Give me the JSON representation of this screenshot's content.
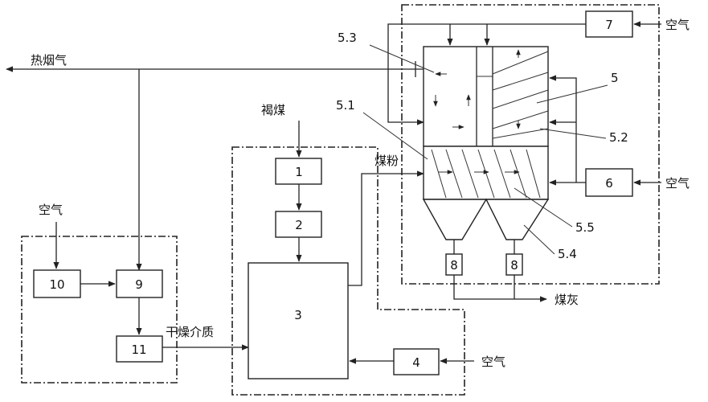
{
  "labels": {
    "hot_flue_gas": "热烟气",
    "lignite": "褐煤",
    "coal_powder": "煤粉",
    "coal_ash": "煤灰",
    "drying_medium": "干燥介质",
    "air_7": "空气",
    "air_6": "空气",
    "air_4": "空气",
    "air_10": "空气"
  },
  "units": [
    "1",
    "2",
    "3",
    "4",
    "5",
    "6",
    "7",
    "8",
    "8",
    "9",
    "10",
    "11"
  ],
  "callouts": [
    "5",
    "5.1",
    "5.2",
    "5.3",
    "5.4",
    "5.5"
  ]
}
